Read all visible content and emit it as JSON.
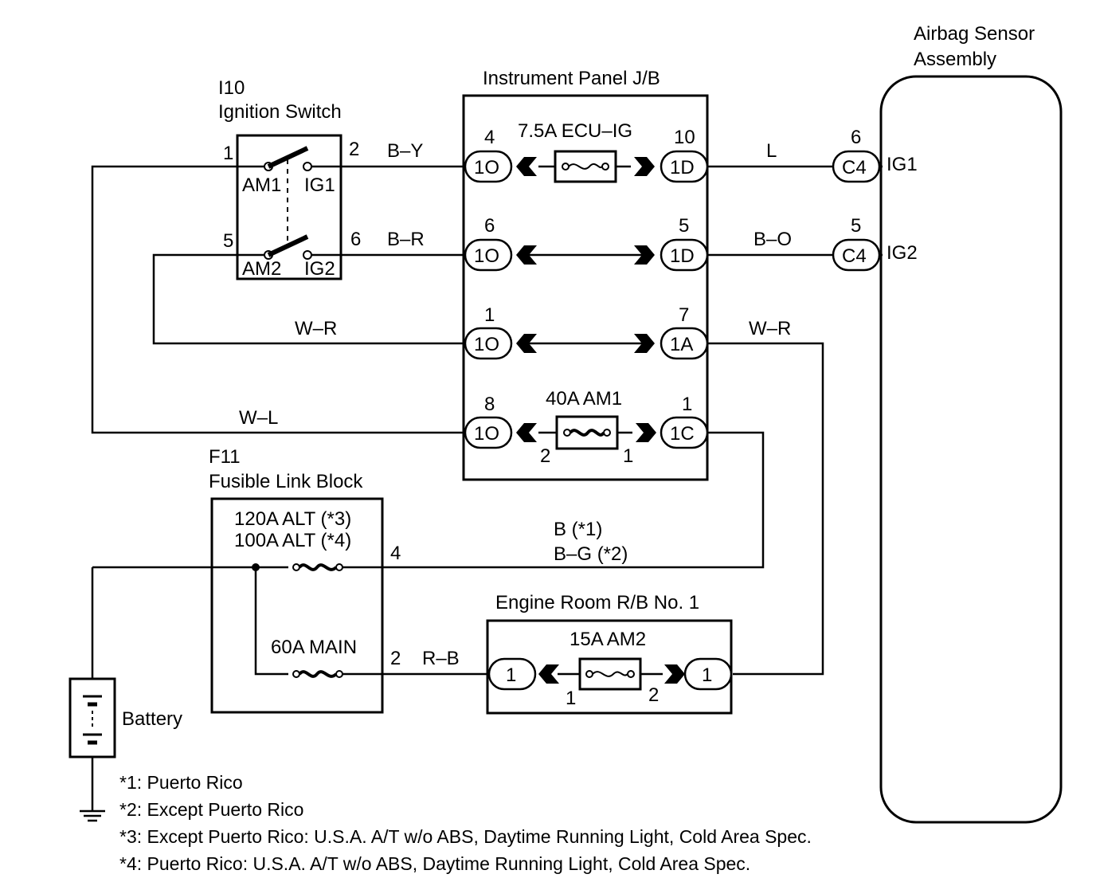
{
  "ignition_switch": {
    "ref": "I10",
    "name": "Ignition Switch",
    "pins": {
      "p1": "1",
      "p2": "2",
      "p5": "5",
      "p6": "6"
    },
    "contacts": {
      "am1": "AM1",
      "ig1": "IG1",
      "am2": "AM2",
      "ig2": "IG2"
    }
  },
  "instrument_panel_jb": {
    "name": "Instrument Panel J/B",
    "fuse_ecu_ig": "7.5A ECU–IG",
    "fuse_am1": "40A AM1",
    "left_connectors": [
      {
        "pin": "4",
        "code": "1O"
      },
      {
        "pin": "6",
        "code": "1O"
      },
      {
        "pin": "1",
        "code": "1O"
      },
      {
        "pin": "8",
        "code": "1O"
      }
    ],
    "right_connectors": [
      {
        "pin": "10",
        "code": "1D"
      },
      {
        "pin": "5",
        "code": "1D"
      },
      {
        "pin": "7",
        "code": "1A"
      },
      {
        "pin": "1",
        "code": "1C"
      }
    ],
    "am1_fuse_pins": {
      "left": "2",
      "right": "1"
    }
  },
  "airbag_sensor": {
    "name_line1": "Airbag Sensor",
    "name_line2": "Assembly",
    "connectors": [
      {
        "pin": "6",
        "code": "C4",
        "terminal": "IG1"
      },
      {
        "pin": "5",
        "code": "C4",
        "terminal": "IG2"
      }
    ]
  },
  "wires": {
    "by": "B–Y",
    "br": "B–R",
    "wr_left": "W–R",
    "wl": "W–L",
    "l": "L",
    "bo": "B–O",
    "wr_right": "W–R",
    "b_pr": "B (*1)",
    "bg": "B–G (*2)",
    "rb": "R–B"
  },
  "fusible_link": {
    "ref": "F11",
    "name": "Fusible Link Block",
    "alt1": "120A ALT (*3)",
    "alt2": "100A ALT (*4)",
    "main": "60A MAIN",
    "pin4": "4",
    "pin2": "2"
  },
  "engine_room_rb": {
    "name": "Engine Room R/B No. 1",
    "fuse": "15A AM2",
    "left_code": "1",
    "right_code": "1",
    "pin_left": "1",
    "pin_right": "2"
  },
  "battery": {
    "label": "Battery"
  },
  "notes": [
    "*1: Puerto Rico",
    "*2: Except Puerto Rico",
    "*3: Except Puerto Rico: U.S.A. A/T w/o ABS, Daytime Running Light, Cold Area Spec.",
    "*4: Puerto Rico: U.S.A. A/T w/o ABS, Daytime Running Light, Cold Area Spec."
  ]
}
